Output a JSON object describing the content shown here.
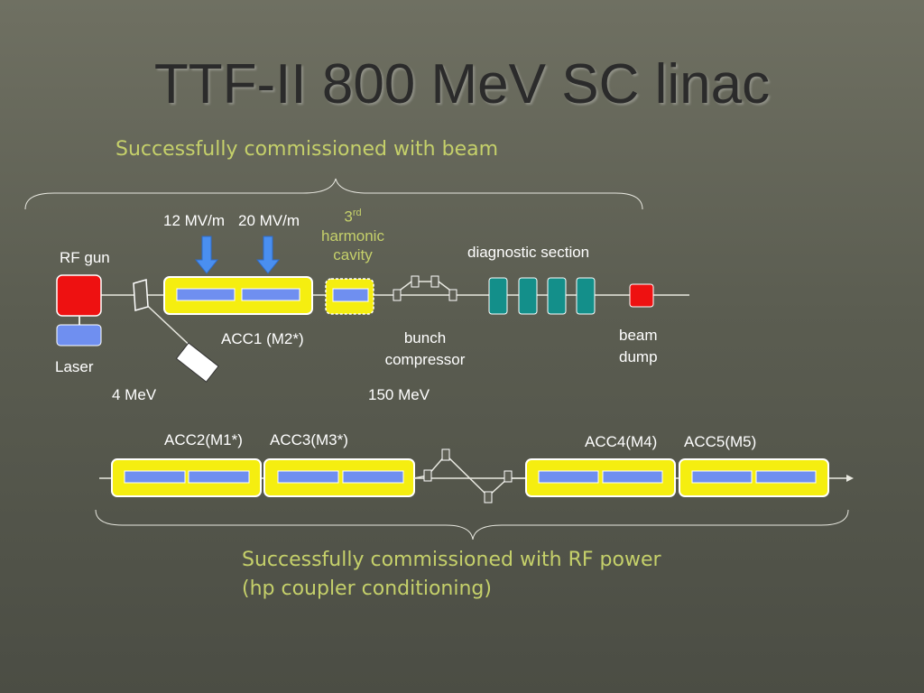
{
  "slide": {
    "title": "TTF-II 800 MeV SC linac",
    "top_caption": "Successfully commissioned with beam",
    "bottom_caption_line1": "Successfully commissioned with RF power",
    "bottom_caption_line2": "(hp coupler conditioning)"
  },
  "labels": {
    "rf_gun": "RF gun",
    "laser": "Laser",
    "energy_4": "4 MeV",
    "gradient_12": "12 MV/m",
    "gradient_20": "20 MV/m",
    "harmonic_num": "3",
    "harmonic_sup": "rd",
    "harmonic_line2": "harmonic",
    "harmonic_line3": "cavity",
    "acc1": "ACC1 (M2*)",
    "bunch_compressor_1": "bunch",
    "bunch_compressor_2": "compressor",
    "energy_150": "150 MeV",
    "diagnostic": "diagnostic section",
    "beam_dump_1": "beam",
    "beam_dump_2": "dump",
    "acc2": "ACC2(M1*)",
    "acc3": "ACC3(M3*)",
    "acc4": "ACC4(M4)",
    "acc5": "ACC5(M5)"
  },
  "colors": {
    "module_fill": "#f5ee10",
    "cavity_fill": "#6f8ff0",
    "rf_gun": "#ee1111",
    "laser": "#6f8ff0",
    "diagnostic": "#138f8a",
    "beam_dump": "#ee1111",
    "caption_green": "#c5d06a"
  }
}
